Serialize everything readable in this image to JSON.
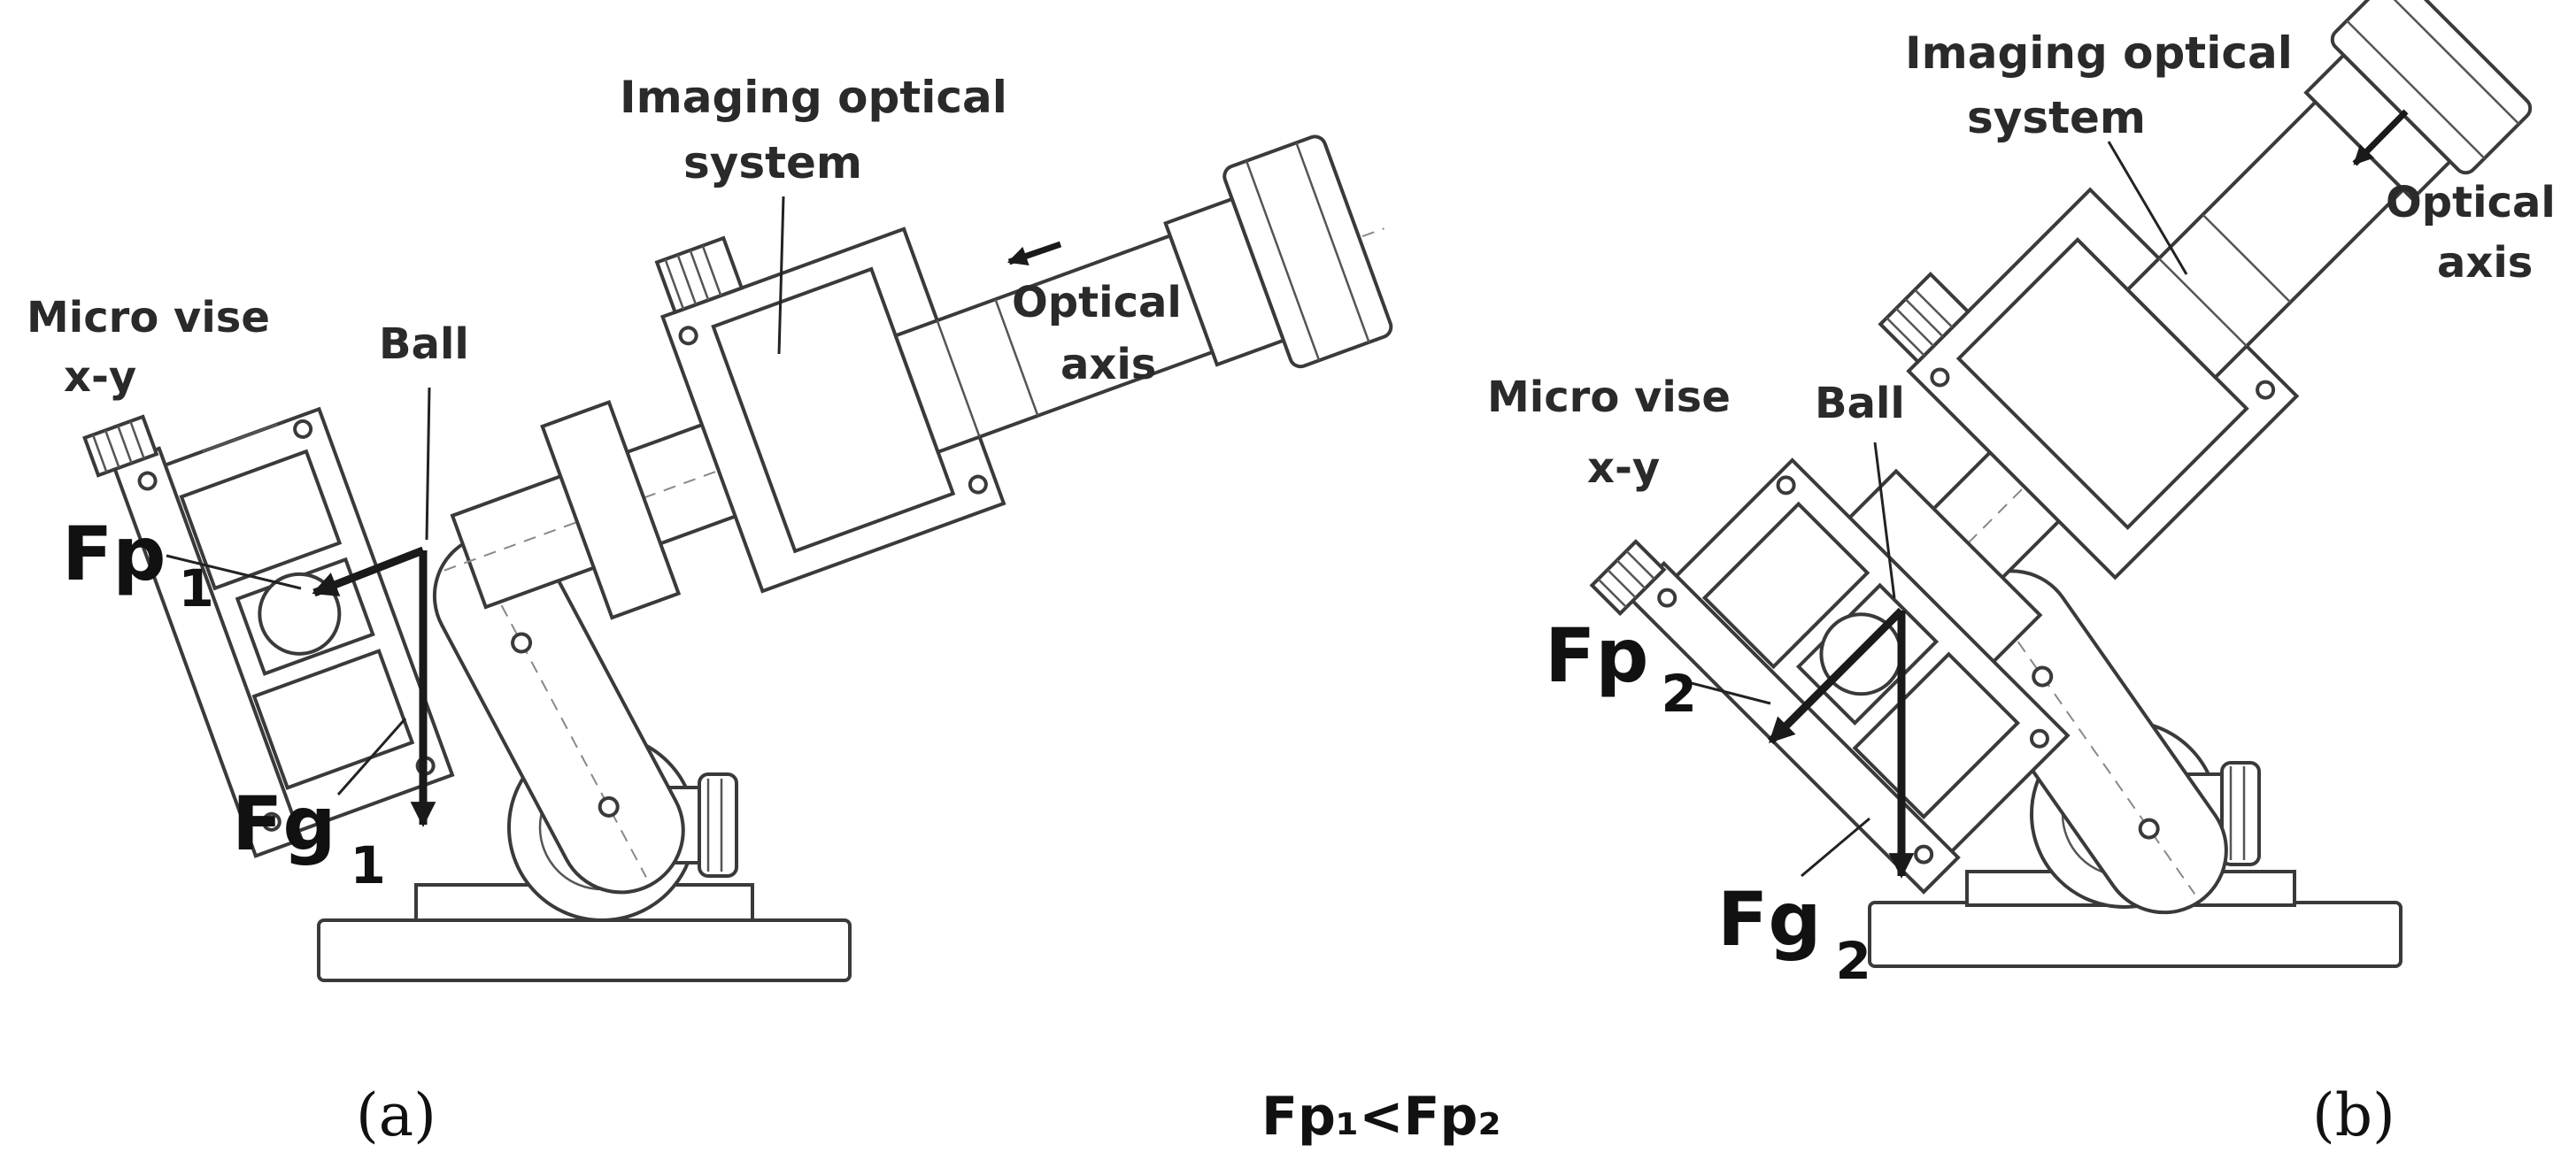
{
  "panel_a": {
    "caption": "(a)",
    "label_imaging_1": "Imaging optical",
    "label_imaging_2": "system",
    "label_optical_1": "Optical",
    "label_optical_2": "axis",
    "label_vise_1": "Micro vise",
    "label_vise_2": "x-y",
    "label_ball": "Ball",
    "fp_base": "Fp",
    "fp_sub": "1",
    "fg_base": "Fg",
    "fg_sub": "1"
  },
  "panel_b": {
    "caption": "(b)",
    "label_imaging_1": "Imaging optical",
    "label_imaging_2": "system",
    "label_optical_1": "Optical",
    "label_optical_2": "axis",
    "label_vise_1": "Micro vise",
    "label_vise_2": "x-y",
    "label_ball": "Ball",
    "fp_base": "Fp",
    "fp_sub": "2",
    "fg_base": "Fg",
    "fg_sub": "2"
  },
  "comparison": "Fp₁<Fp₂",
  "colors": {
    "ink": "#1a1a1a",
    "line": "#3a3a3a",
    "background": "#ffffff"
  }
}
